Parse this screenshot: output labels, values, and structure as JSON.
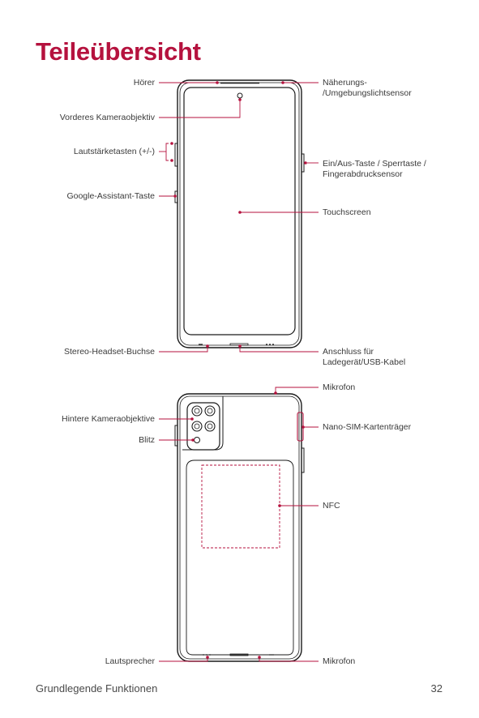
{
  "page": {
    "title": "Teileübersicht",
    "section": "Grundlegende Funktionen",
    "number": "32"
  },
  "front": {
    "hoerer": "Hörer",
    "naeherung": "Näherungs-\n/Umgebungslichtsensor",
    "kamera": "Vorderes Kameraobjektiv",
    "lautstaerke": "Lautstärketasten (+/-)",
    "einaus": "Ein/Aus-Taste / Sperrtaste /\nFingerabdrucksensor",
    "google": "Google-Assistant-Taste",
    "touchscreen": "Touchscreen",
    "headset": "Stereo-Headset-Buchse",
    "anschluss": "Anschluss für\nLadegerät/USB-Kabel"
  },
  "back": {
    "mikrofon_top": "Mikrofon",
    "hintere_kamera": "Hintere Kameraobjektive",
    "sim": "Nano-SIM-Kartenträger",
    "blitz": "Blitz",
    "nfc": "NFC",
    "lautsprecher": "Lautsprecher",
    "mikrofon_bottom": "Mikrofon"
  },
  "colors": {
    "accent": "#b5123e",
    "line": "#1a1a1a",
    "text": "#3a3a3a"
  }
}
